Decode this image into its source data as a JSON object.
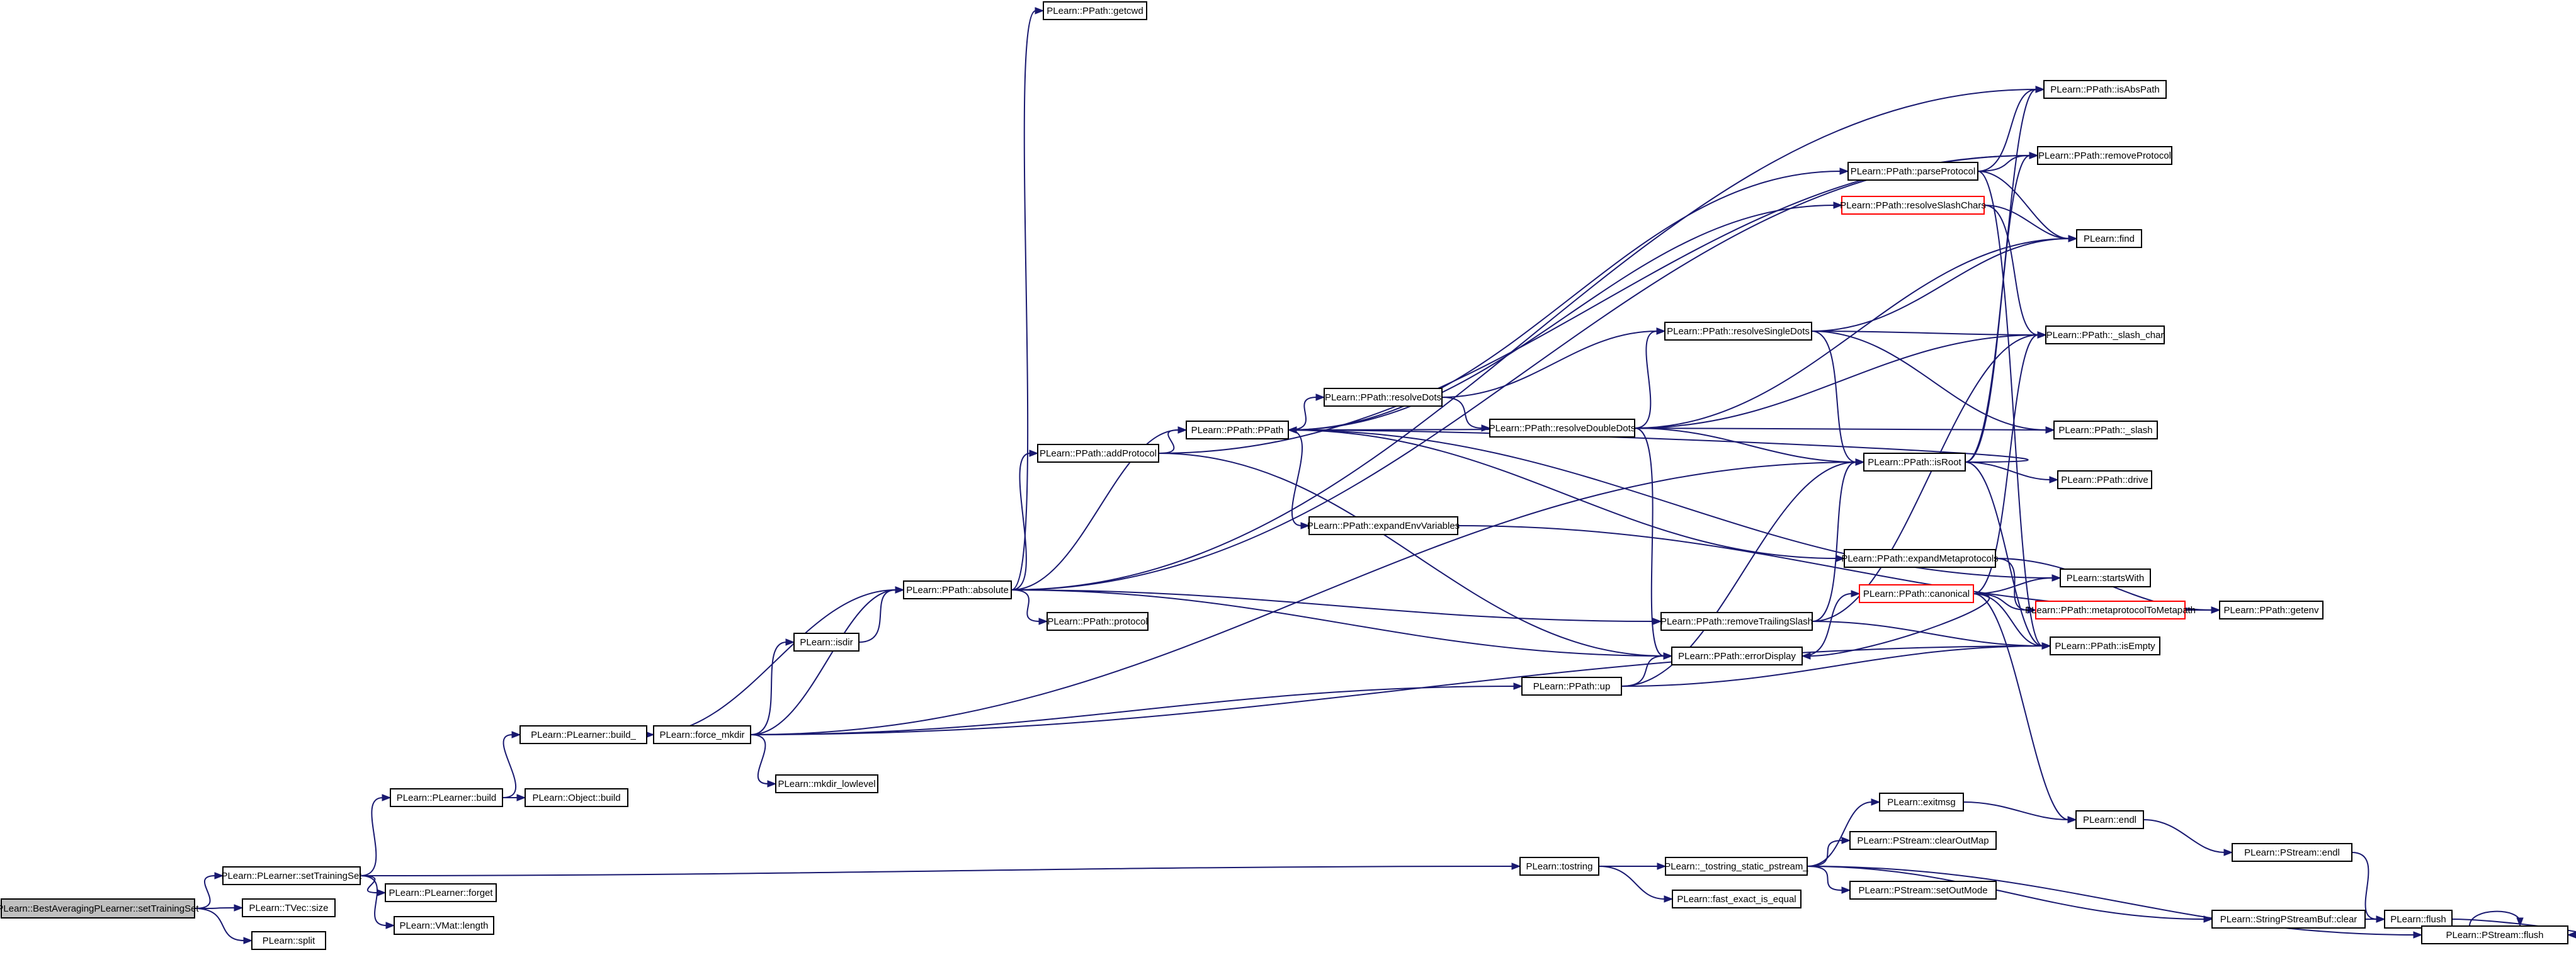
{
  "graph": {
    "edge_color": "#191970",
    "node_fill": "#ffffff",
    "root_fill": "#bfbfbf",
    "highlight_border": "#ff0000",
    "nodes": [
      {
        "id": "n0",
        "label": "PLearn::BestAveragingPLearner::setTrainingSet",
        "root": true
      },
      {
        "id": "n1",
        "label": "PLearn::PLearner::setTrainingSet"
      },
      {
        "id": "n2",
        "label": "PLearn::TVec::size"
      },
      {
        "id": "n3",
        "label": "PLearn::split"
      },
      {
        "id": "n4",
        "label": "PLearn::PLearner::build"
      },
      {
        "id": "n5",
        "label": "PLearn::PLearner::forget"
      },
      {
        "id": "n6",
        "label": "PLearn::VMat::length"
      },
      {
        "id": "n7",
        "label": "PLearn::tostring"
      },
      {
        "id": "n8",
        "label": "PLearn::PLearner::build_"
      },
      {
        "id": "n9",
        "label": "PLearn::Object::build"
      },
      {
        "id": "n10",
        "label": "PLearn::force_mkdir"
      },
      {
        "id": "n11",
        "label": "PLearn::PPath::absolute"
      },
      {
        "id": "n12",
        "label": "PLearn::isdir"
      },
      {
        "id": "n13",
        "label": "PLearn::mkdir_lowlevel"
      },
      {
        "id": "n14",
        "label": "PLearn::PPath::up"
      },
      {
        "id": "n15",
        "label": "PLearn::PPath::getcwd"
      },
      {
        "id": "n16",
        "label": "PLearn::PPath::addProtocol"
      },
      {
        "id": "n17",
        "label": "PLearn::PPath::PPath"
      },
      {
        "id": "n18",
        "label": "PLearn::PPath::protocol"
      },
      {
        "id": "n19",
        "label": "PLearn::PPath::resolveDots"
      },
      {
        "id": "n20",
        "label": "PLearn::PPath::expandEnvVariables"
      },
      {
        "id": "n21",
        "label": "PLearn::PPath::resolveDoubleDots"
      },
      {
        "id": "n22",
        "label": "PLearn::PPath::resolveSingleDots"
      },
      {
        "id": "n23",
        "label": "PLearn::PPath::parseProtocol"
      },
      {
        "id": "n24",
        "label": "PLearn::PPath::resolveSlashChars",
        "red": true
      },
      {
        "id": "n25",
        "label": "PLearn::PPath::isRoot"
      },
      {
        "id": "n26",
        "label": "PLearn::PPath::expandMetaprotocols"
      },
      {
        "id": "n27",
        "label": "PLearn::PPath::canonical",
        "red": true
      },
      {
        "id": "n28",
        "label": "PLearn::PPath::removeTrailingSlash"
      },
      {
        "id": "n29",
        "label": "PLearn::PPath::errorDisplay"
      },
      {
        "id": "n30",
        "label": "PLearn::_tostring_static_pstream_"
      },
      {
        "id": "n31",
        "label": "PLearn::fast_exact_is_equal"
      },
      {
        "id": "n32",
        "label": "PLearn::exitmsg"
      },
      {
        "id": "n33",
        "label": "PLearn::PStream::clearOutMap"
      },
      {
        "id": "n34",
        "label": "PLearn::PStream::setOutMode"
      },
      {
        "id": "n35",
        "label": "PLearn::PPath::isAbsPath"
      },
      {
        "id": "n36",
        "label": "PLearn::PPath::removeProtocol"
      },
      {
        "id": "n37",
        "label": "PLearn::find"
      },
      {
        "id": "n38",
        "label": "PLearn::PPath::_slash_char"
      },
      {
        "id": "n39",
        "label": "PLearn::PPath::_slash"
      },
      {
        "id": "n40",
        "label": "PLearn::PPath::drive"
      },
      {
        "id": "n41",
        "label": "PLearn::startsWith"
      },
      {
        "id": "n42",
        "label": "PLearn::PPath::metaprotocolToMetapath",
        "red": true
      },
      {
        "id": "n43",
        "label": "PLearn::PPath::getenv"
      },
      {
        "id": "n44",
        "label": "PLearn::PPath::isEmpty"
      },
      {
        "id": "n45",
        "label": "PLearn::endl"
      },
      {
        "id": "n46",
        "label": "PLearn::PStream::endl"
      },
      {
        "id": "n47",
        "label": "PLearn::StringPStreamBuf::clear"
      },
      {
        "id": "n48",
        "label": "PLearn::flush"
      },
      {
        "id": "n49",
        "label": "PLearn::PStream::flush"
      }
    ],
    "edges": [
      [
        "n0",
        "n1"
      ],
      [
        "n0",
        "n2"
      ],
      [
        "n0",
        "n3"
      ],
      [
        "n1",
        "n4"
      ],
      [
        "n1",
        "n5"
      ],
      [
        "n1",
        "n6"
      ],
      [
        "n1",
        "n7"
      ],
      [
        "n4",
        "n8"
      ],
      [
        "n4",
        "n9"
      ],
      [
        "n8",
        "n10"
      ],
      [
        "n8",
        "n11"
      ],
      [
        "n10",
        "n12"
      ],
      [
        "n10",
        "n11"
      ],
      [
        "n10",
        "n13"
      ],
      [
        "n10",
        "n14"
      ],
      [
        "n10",
        "n25"
      ],
      [
        "n10",
        "n44"
      ],
      [
        "n12",
        "n11"
      ],
      [
        "n11",
        "n15"
      ],
      [
        "n11",
        "n16"
      ],
      [
        "n11",
        "n17"
      ],
      [
        "n11",
        "n18"
      ],
      [
        "n11",
        "n35"
      ],
      [
        "n11",
        "n36"
      ],
      [
        "n11",
        "n29"
      ],
      [
        "n11",
        "n28"
      ],
      [
        "n16",
        "n17"
      ],
      [
        "n16",
        "n36"
      ],
      [
        "n16",
        "n29"
      ],
      [
        "n17",
        "n19"
      ],
      [
        "n17",
        "n20"
      ],
      [
        "n17",
        "n23"
      ],
      [
        "n17",
        "n24"
      ],
      [
        "n17",
        "n26"
      ],
      [
        "n17",
        "n41"
      ],
      [
        "n19",
        "n21"
      ],
      [
        "n19",
        "n22"
      ],
      [
        "n21",
        "n17"
      ],
      [
        "n21",
        "n22"
      ],
      [
        "n21",
        "n25"
      ],
      [
        "n21",
        "n37"
      ],
      [
        "n21",
        "n38"
      ],
      [
        "n21",
        "n39"
      ],
      [
        "n21",
        "n29"
      ],
      [
        "n22",
        "n25"
      ],
      [
        "n22",
        "n37"
      ],
      [
        "n22",
        "n38"
      ],
      [
        "n22",
        "n39"
      ],
      [
        "n23",
        "n35"
      ],
      [
        "n23",
        "n36"
      ],
      [
        "n23",
        "n37"
      ],
      [
        "n23",
        "n44"
      ],
      [
        "n24",
        "n37"
      ],
      [
        "n24",
        "n38"
      ],
      [
        "n25",
        "n17"
      ],
      [
        "n25",
        "n35"
      ],
      [
        "n25",
        "n40"
      ],
      [
        "n25",
        "n36"
      ],
      [
        "n25",
        "n44"
      ],
      [
        "n26",
        "n42"
      ],
      [
        "n26",
        "n43"
      ],
      [
        "n27",
        "n41"
      ],
      [
        "n27",
        "n42"
      ],
      [
        "n27",
        "n44"
      ],
      [
        "n27",
        "n45"
      ],
      [
        "n27",
        "n38"
      ],
      [
        "n27",
        "n29"
      ],
      [
        "n28",
        "n25"
      ],
      [
        "n28",
        "n44"
      ],
      [
        "n28",
        "n38"
      ],
      [
        "n14",
        "n25"
      ],
      [
        "n14",
        "n29"
      ],
      [
        "n14",
        "n44"
      ],
      [
        "n29",
        "n27"
      ],
      [
        "n20",
        "n43"
      ],
      [
        "n42",
        "n43"
      ],
      [
        "n7",
        "n30"
      ],
      [
        "n7",
        "n31"
      ],
      [
        "n30",
        "n32"
      ],
      [
        "n30",
        "n33"
      ],
      [
        "n30",
        "n34"
      ],
      [
        "n30",
        "n47"
      ],
      [
        "n30",
        "n49"
      ],
      [
        "n32",
        "n45"
      ],
      [
        "n45",
        "n46"
      ],
      [
        "n46",
        "n48"
      ],
      [
        "n47",
        "n48"
      ],
      [
        "n48",
        "n49"
      ],
      [
        "n49",
        "n49"
      ]
    ]
  }
}
